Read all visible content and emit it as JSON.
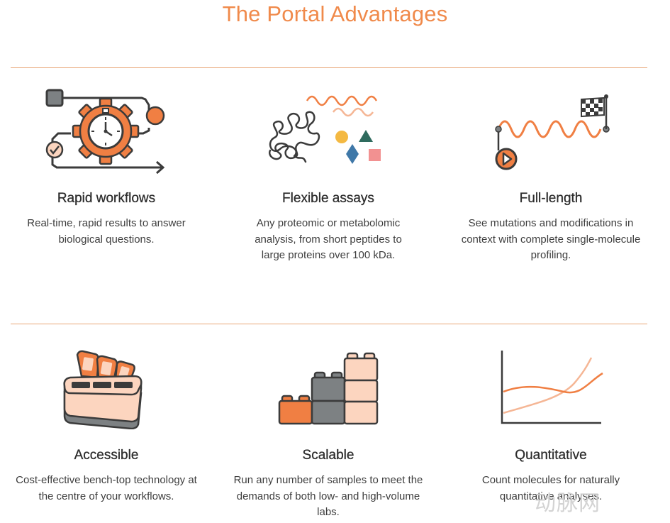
{
  "page": {
    "title": "The Portal Advantages"
  },
  "features": [
    {
      "title": "Rapid workflows",
      "desc": "Real-time, rapid results to answer biological questions.",
      "icon": "stopwatch-gear-icon"
    },
    {
      "title": "Flexible assays",
      "desc": "Any proteomic or metabolomic analysis, from short peptides to large proteins over 100 kDa.",
      "icon": "molecules-shapes-icon"
    },
    {
      "title": "Full-length",
      "desc": "See mutations and modifications in context with complete single-molecule profiling.",
      "icon": "wave-flag-icon"
    },
    {
      "title": "Accessible",
      "desc": "Cost-effective bench-top technology at the centre of your workflows.",
      "icon": "device-cartridge-icon"
    },
    {
      "title": "Scalable",
      "desc": "Run any number of samples to meet the demands of both low- and high-volume labs.",
      "icon": "stacked-blocks-icon"
    },
    {
      "title": "Quantitative",
      "desc": "Count molecules for naturally quantitative analyses.",
      "icon": "curve-graph-icon"
    }
  ],
  "watermark": {
    "text": "动脉网"
  },
  "colors": {
    "accent": "#f08a4b",
    "peach": "#fcd5bf",
    "dark": "#3b3b3b",
    "grey": "#7d8183"
  }
}
